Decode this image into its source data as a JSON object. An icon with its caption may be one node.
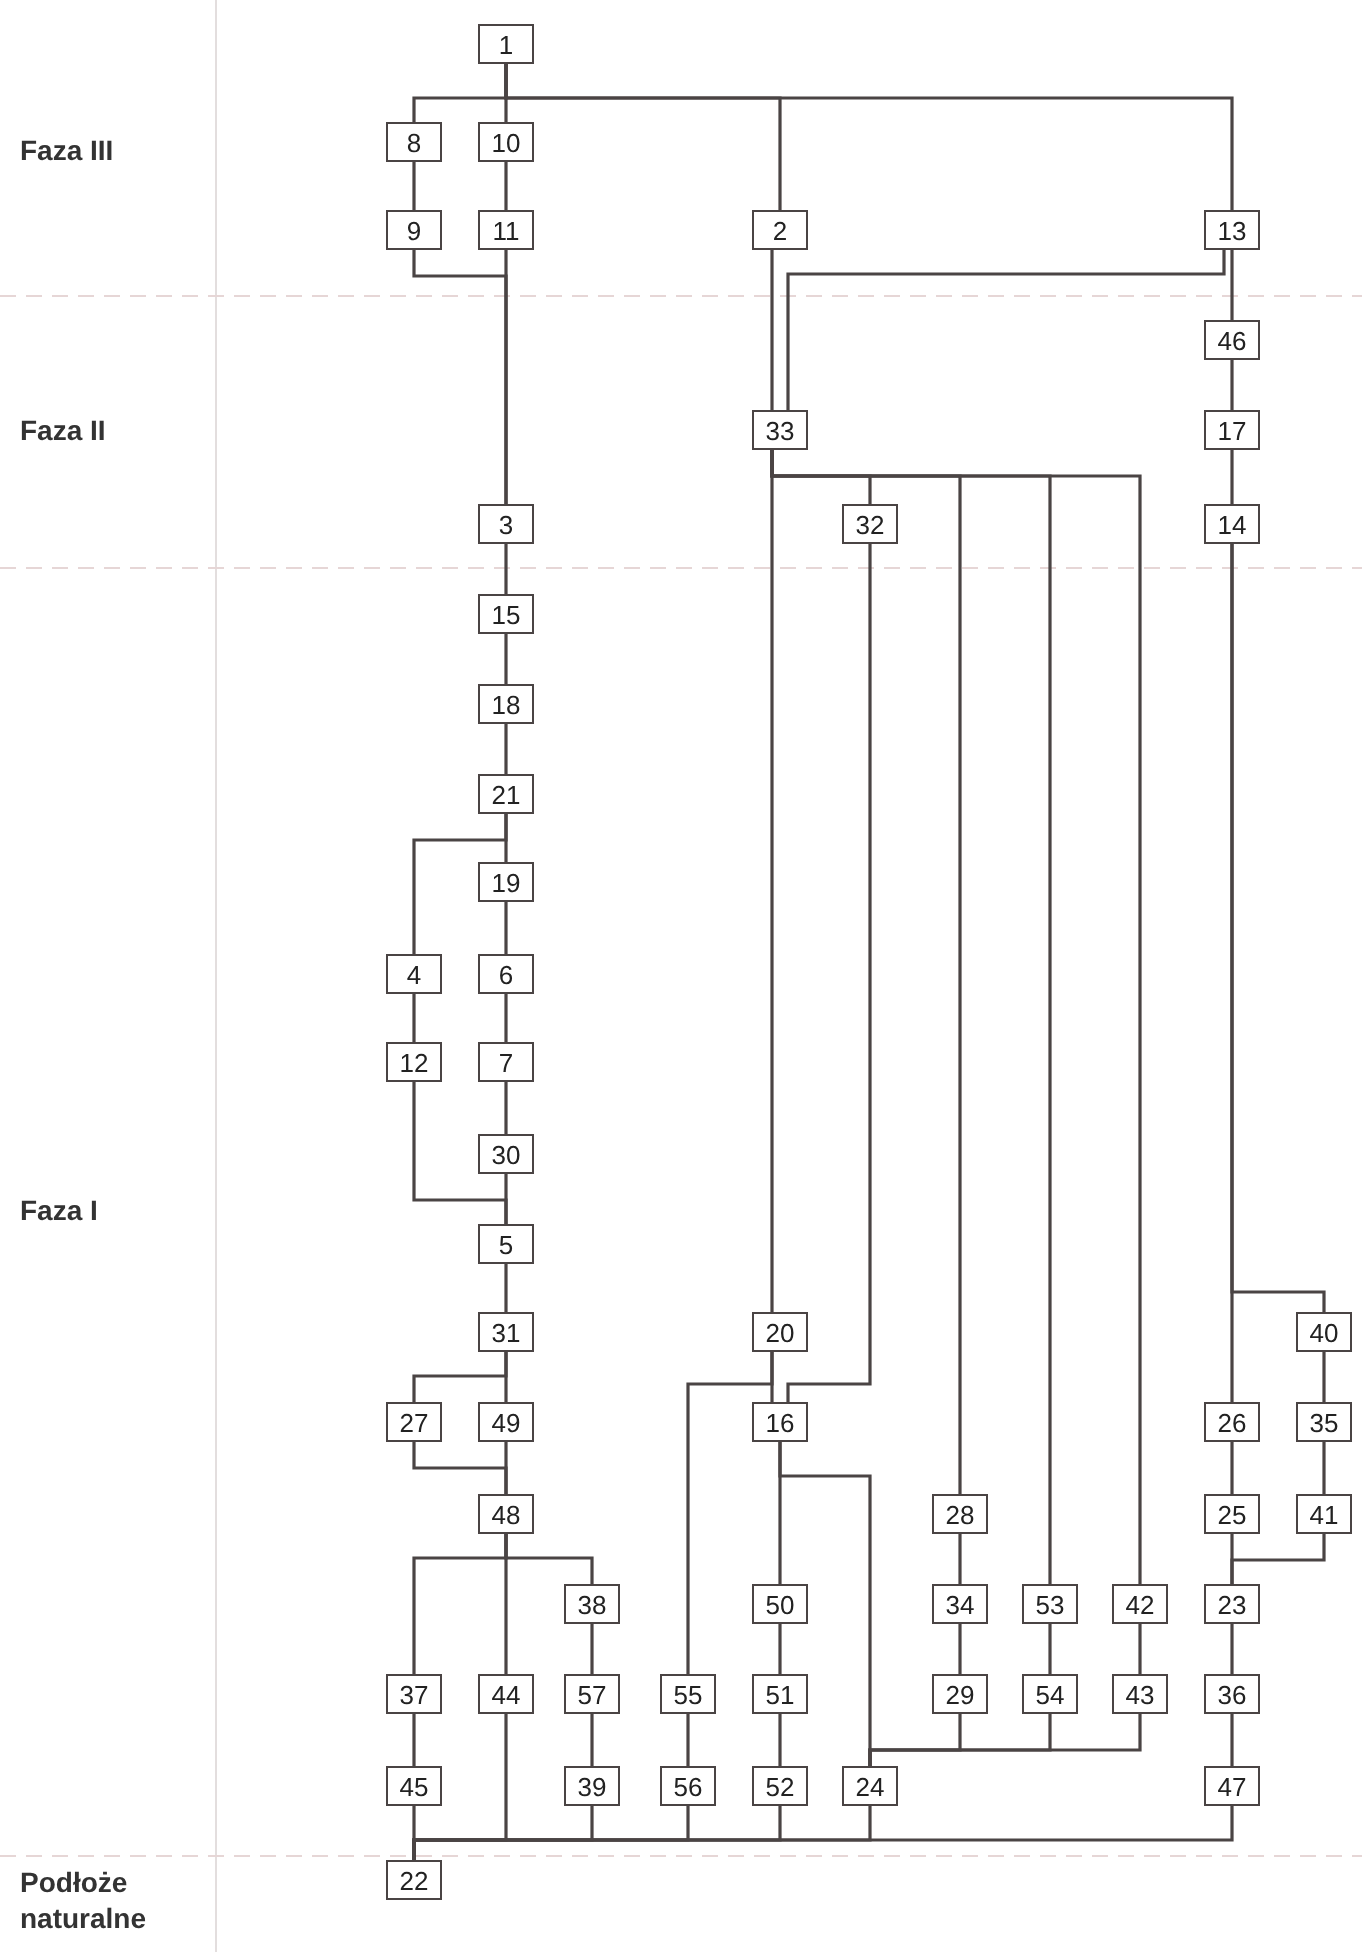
{
  "diagram": {
    "nodes": [
      {
        "text": [
          "1"
        ]
      },
      {
        "text": [
          "8"
        ]
      },
      {
        "text": [
          "10"
        ]
      },
      {
        "text": [
          "9"
        ]
      },
      {
        "text": [
          "11"
        ]
      },
      {
        "text": [
          "2"
        ]
      },
      {
        "text": [
          "13"
        ]
      },
      {
        "text": [
          "46"
        ]
      },
      {
        "text": [
          "33"
        ]
      },
      {
        "text": [
          "17"
        ]
      },
      {
        "text": [
          "3"
        ]
      },
      {
        "text": [
          "32"
        ]
      },
      {
        "text": [
          "14"
        ]
      },
      {
        "text": [
          "15"
        ]
      },
      {
        "text": [
          "18"
        ]
      },
      {
        "text": [
          "21"
        ]
      },
      {
        "text": [
          "19"
        ]
      },
      {
        "text": [
          "4"
        ]
      },
      {
        "text": [
          "6"
        ]
      },
      {
        "text": [
          "12"
        ]
      },
      {
        "text": [
          "7"
        ]
      },
      {
        "text": [
          "30"
        ]
      },
      {
        "text": [
          "5"
        ]
      },
      {
        "text": [
          "31"
        ]
      },
      {
        "text": [
          "20"
        ]
      },
      {
        "text": [
          "40"
        ]
      },
      {
        "text": [
          "27"
        ]
      },
      {
        "text": [
          "49"
        ]
      },
      {
        "text": [
          "16"
        ]
      },
      {
        "text": [
          "26"
        ]
      },
      {
        "text": [
          "35"
        ]
      },
      {
        "text": [
          "48"
        ]
      },
      {
        "text": [
          "28"
        ]
      },
      {
        "text": [
          "25"
        ]
      },
      {
        "text": [
          "41"
        ]
      },
      {
        "text": [
          "38"
        ]
      },
      {
        "text": [
          "50"
        ]
      },
      {
        "text": [
          "34"
        ]
      },
      {
        "text": [
          "53"
        ]
      },
      {
        "text": [
          "42"
        ]
      },
      {
        "text": [
          "23"
        ]
      },
      {
        "text": [
          "37"
        ]
      },
      {
        "text": [
          "44"
        ]
      },
      {
        "text": [
          "57"
        ]
      },
      {
        "text": [
          "55"
        ]
      },
      {
        "text": [
          "51"
        ]
      },
      {
        "text": [
          "29"
        ]
      },
      {
        "text": [
          "54"
        ]
      },
      {
        "text": [
          "43"
        ]
      },
      {
        "text": [
          "36"
        ]
      },
      {
        "text": [
          "45"
        ]
      },
      {
        "text": [
          "39"
        ]
      },
      {
        "text": [
          "56"
        ]
      },
      {
        "text": [
          "52"
        ]
      },
      {
        "text": [
          "24"
        ]
      },
      {
        "text": [
          "47"
        ]
      },
      {
        "text": [
          "22"
        ]
      }
    ],
    "edges": [
      {
        "from": 0,
        "to": 1,
        "arrow": "none"
      },
      {
        "from": 0,
        "to": 2,
        "arrow": "none"
      },
      {
        "from": 0,
        "to": 5,
        "arrow": "none"
      },
      {
        "from": 0,
        "to": 6,
        "arrow": "none"
      },
      {
        "from": 1,
        "to": 3,
        "arrow": "none"
      },
      {
        "from": 2,
        "to": 4,
        "arrow": "none"
      },
      {
        "from": 3,
        "to": 10,
        "arrow": "none"
      },
      {
        "from": 4,
        "to": 10,
        "arrow": "none"
      },
      {
        "from": 5,
        "to": 8,
        "arrow": "none"
      },
      {
        "from": 6,
        "to": 8,
        "arrow": "none"
      },
      {
        "from": 6,
        "to": 7,
        "arrow": "none"
      },
      {
        "from": 7,
        "to": 9,
        "arrow": "none"
      },
      {
        "from": 9,
        "to": 12,
        "arrow": "none"
      },
      {
        "from": 8,
        "to": 24,
        "arrow": "none"
      },
      {
        "from": 8,
        "to": 11,
        "arrow": "none"
      },
      {
        "from": 8,
        "to": 32,
        "arrow": "none"
      },
      {
        "from": 8,
        "to": 38,
        "arrow": "none"
      },
      {
        "from": 8,
        "to": 39,
        "arrow": "none"
      },
      {
        "from": 10,
        "to": 13,
        "arrow": "none"
      },
      {
        "from": 13,
        "to": 14,
        "arrow": "none"
      },
      {
        "from": 14,
        "to": 15,
        "arrow": "none"
      },
      {
        "from": 15,
        "to": 16,
        "arrow": "none"
      },
      {
        "from": 15,
        "to": 17,
        "arrow": "none"
      },
      {
        "from": 16,
        "to": 18,
        "arrow": "none"
      },
      {
        "from": 18,
        "to": 20,
        "arrow": "none"
      },
      {
        "from": 20,
        "to": 21,
        "arrow": "none"
      },
      {
        "from": 17,
        "to": 19,
        "arrow": "none"
      },
      {
        "from": 19,
        "to": 22,
        "arrow": "none"
      },
      {
        "from": 21,
        "to": 22,
        "arrow": "none"
      },
      {
        "from": 22,
        "to": 23,
        "arrow": "none"
      },
      {
        "from": 23,
        "to": 26,
        "arrow": "none"
      },
      {
        "from": 23,
        "to": 27,
        "arrow": "none"
      },
      {
        "from": 26,
        "to": 31,
        "arrow": "none"
      },
      {
        "from": 27,
        "to": 31,
        "arrow": "none"
      },
      {
        "from": 24,
        "to": 28,
        "arrow": "none"
      },
      {
        "from": 24,
        "to": 44,
        "arrow": "none"
      },
      {
        "from": 11,
        "to": 28,
        "arrow": "none"
      },
      {
        "from": 12,
        "to": 29,
        "arrow": "none"
      },
      {
        "from": 12,
        "to": 25,
        "arrow": "none"
      },
      {
        "from": 25,
        "to": 30,
        "arrow": "none"
      },
      {
        "from": 30,
        "to": 34,
        "arrow": "none"
      },
      {
        "from": 29,
        "to": 33,
        "arrow": "none"
      },
      {
        "from": 33,
        "to": 40,
        "arrow": "none"
      },
      {
        "from": 34,
        "to": 40,
        "arrow": "none"
      },
      {
        "from": 31,
        "to": 41,
        "arrow": "none"
      },
      {
        "from": 31,
        "to": 42,
        "arrow": "none"
      },
      {
        "from": 31,
        "to": 35,
        "arrow": "none"
      },
      {
        "from": 28,
        "to": 36,
        "arrow": "none"
      },
      {
        "from": 28,
        "to": 54,
        "arrow": "none"
      },
      {
        "from": 32,
        "to": 37,
        "arrow": "none"
      },
      {
        "from": 37,
        "to": 46,
        "arrow": "none"
      },
      {
        "from": 38,
        "to": 47,
        "arrow": "none"
      },
      {
        "from": 39,
        "to": 48,
        "arrow": "none"
      },
      {
        "from": 40,
        "to": 49,
        "arrow": "none"
      },
      {
        "from": 49,
        "to": 55,
        "arrow": "none"
      },
      {
        "from": 35,
        "to": 43,
        "arrow": "none"
      },
      {
        "from": 43,
        "to": 51,
        "arrow": "none"
      },
      {
        "from": 36,
        "to": 45,
        "arrow": "none"
      },
      {
        "from": 45,
        "to": 53,
        "arrow": "none"
      },
      {
        "from": 44,
        "to": 52,
        "arrow": "none"
      },
      {
        "from": 41,
        "to": 50,
        "arrow": "none"
      },
      {
        "from": 50,
        "to": 56,
        "arrow": "none"
      },
      {
        "from": 42,
        "to": 56,
        "arrow": "none"
      },
      {
        "from": 51,
        "to": 56,
        "arrow": "none"
      },
      {
        "from": 52,
        "to": 56,
        "arrow": "none"
      },
      {
        "from": 53,
        "to": 56,
        "arrow": "none"
      },
      {
        "from": 54,
        "to": 56,
        "arrow": "none"
      },
      {
        "from": 55,
        "to": 56,
        "arrow": "none"
      },
      {
        "from": 46,
        "to": 54,
        "arrow": "none"
      },
      {
        "from": 47,
        "to": 54,
        "arrow": "none"
      },
      {
        "from": 48,
        "to": 54,
        "arrow": "none"
      }
    ],
    "labels": [
      "Faza III",
      "Faza II",
      "Faza I",
      "Podłoże naturalne"
    ]
  }
}
